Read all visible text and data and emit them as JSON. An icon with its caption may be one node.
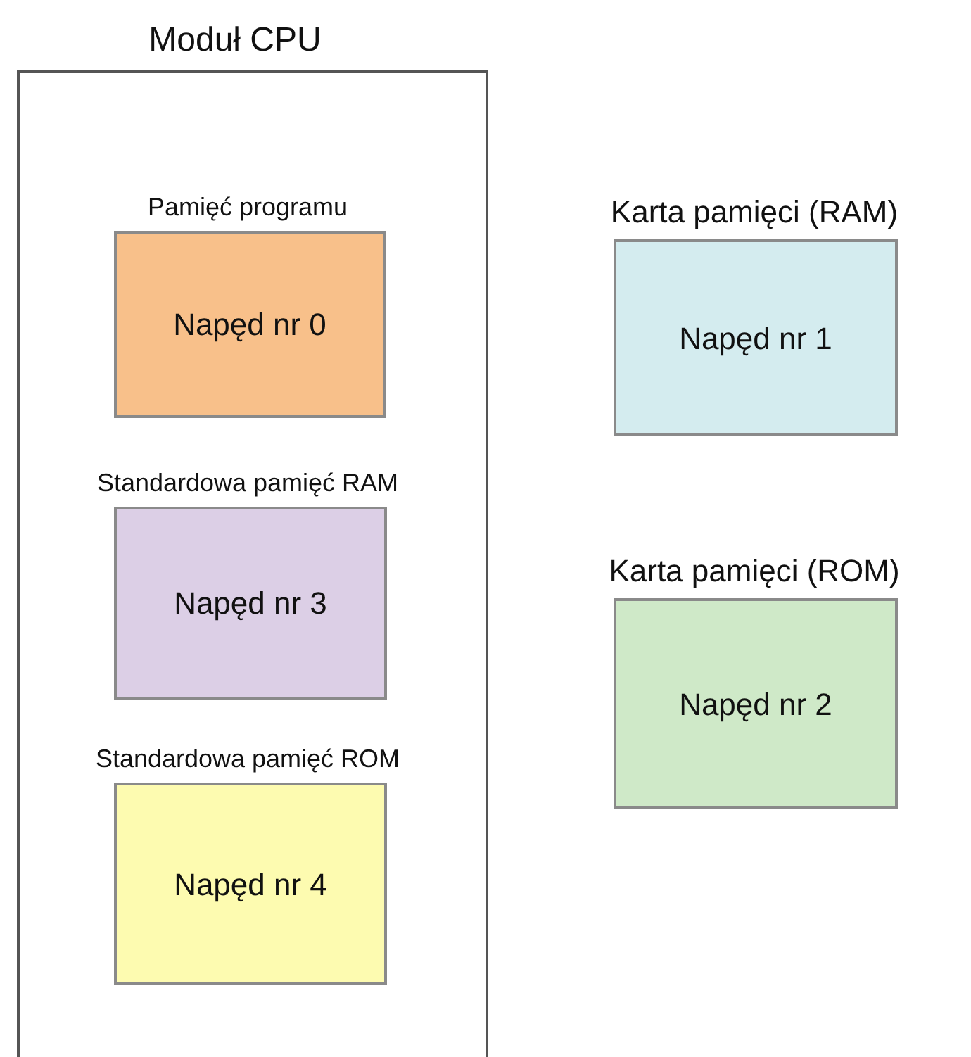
{
  "diagram": {
    "nodes": [
      {
        "text": [
          "Moduł CPU"
        ]
      },
      {
        "text": [
          "Pamięć programu",
          "Napęd nr 0"
        ],
        "in": 0
      },
      {
        "text": [
          "Standardowa pamięć RAM",
          "Napęd nr 3"
        ],
        "in": 0
      },
      {
        "text": [
          "Standardowa pamięć ROM",
          "Napęd nr 4"
        ],
        "in": 0
      },
      {
        "text": [
          "Karta pamięci (RAM)",
          "Napęd nr 1"
        ]
      },
      {
        "text": [
          "Karta pamięci (ROM)",
          "Napęd nr 2"
        ]
      }
    ]
  }
}
